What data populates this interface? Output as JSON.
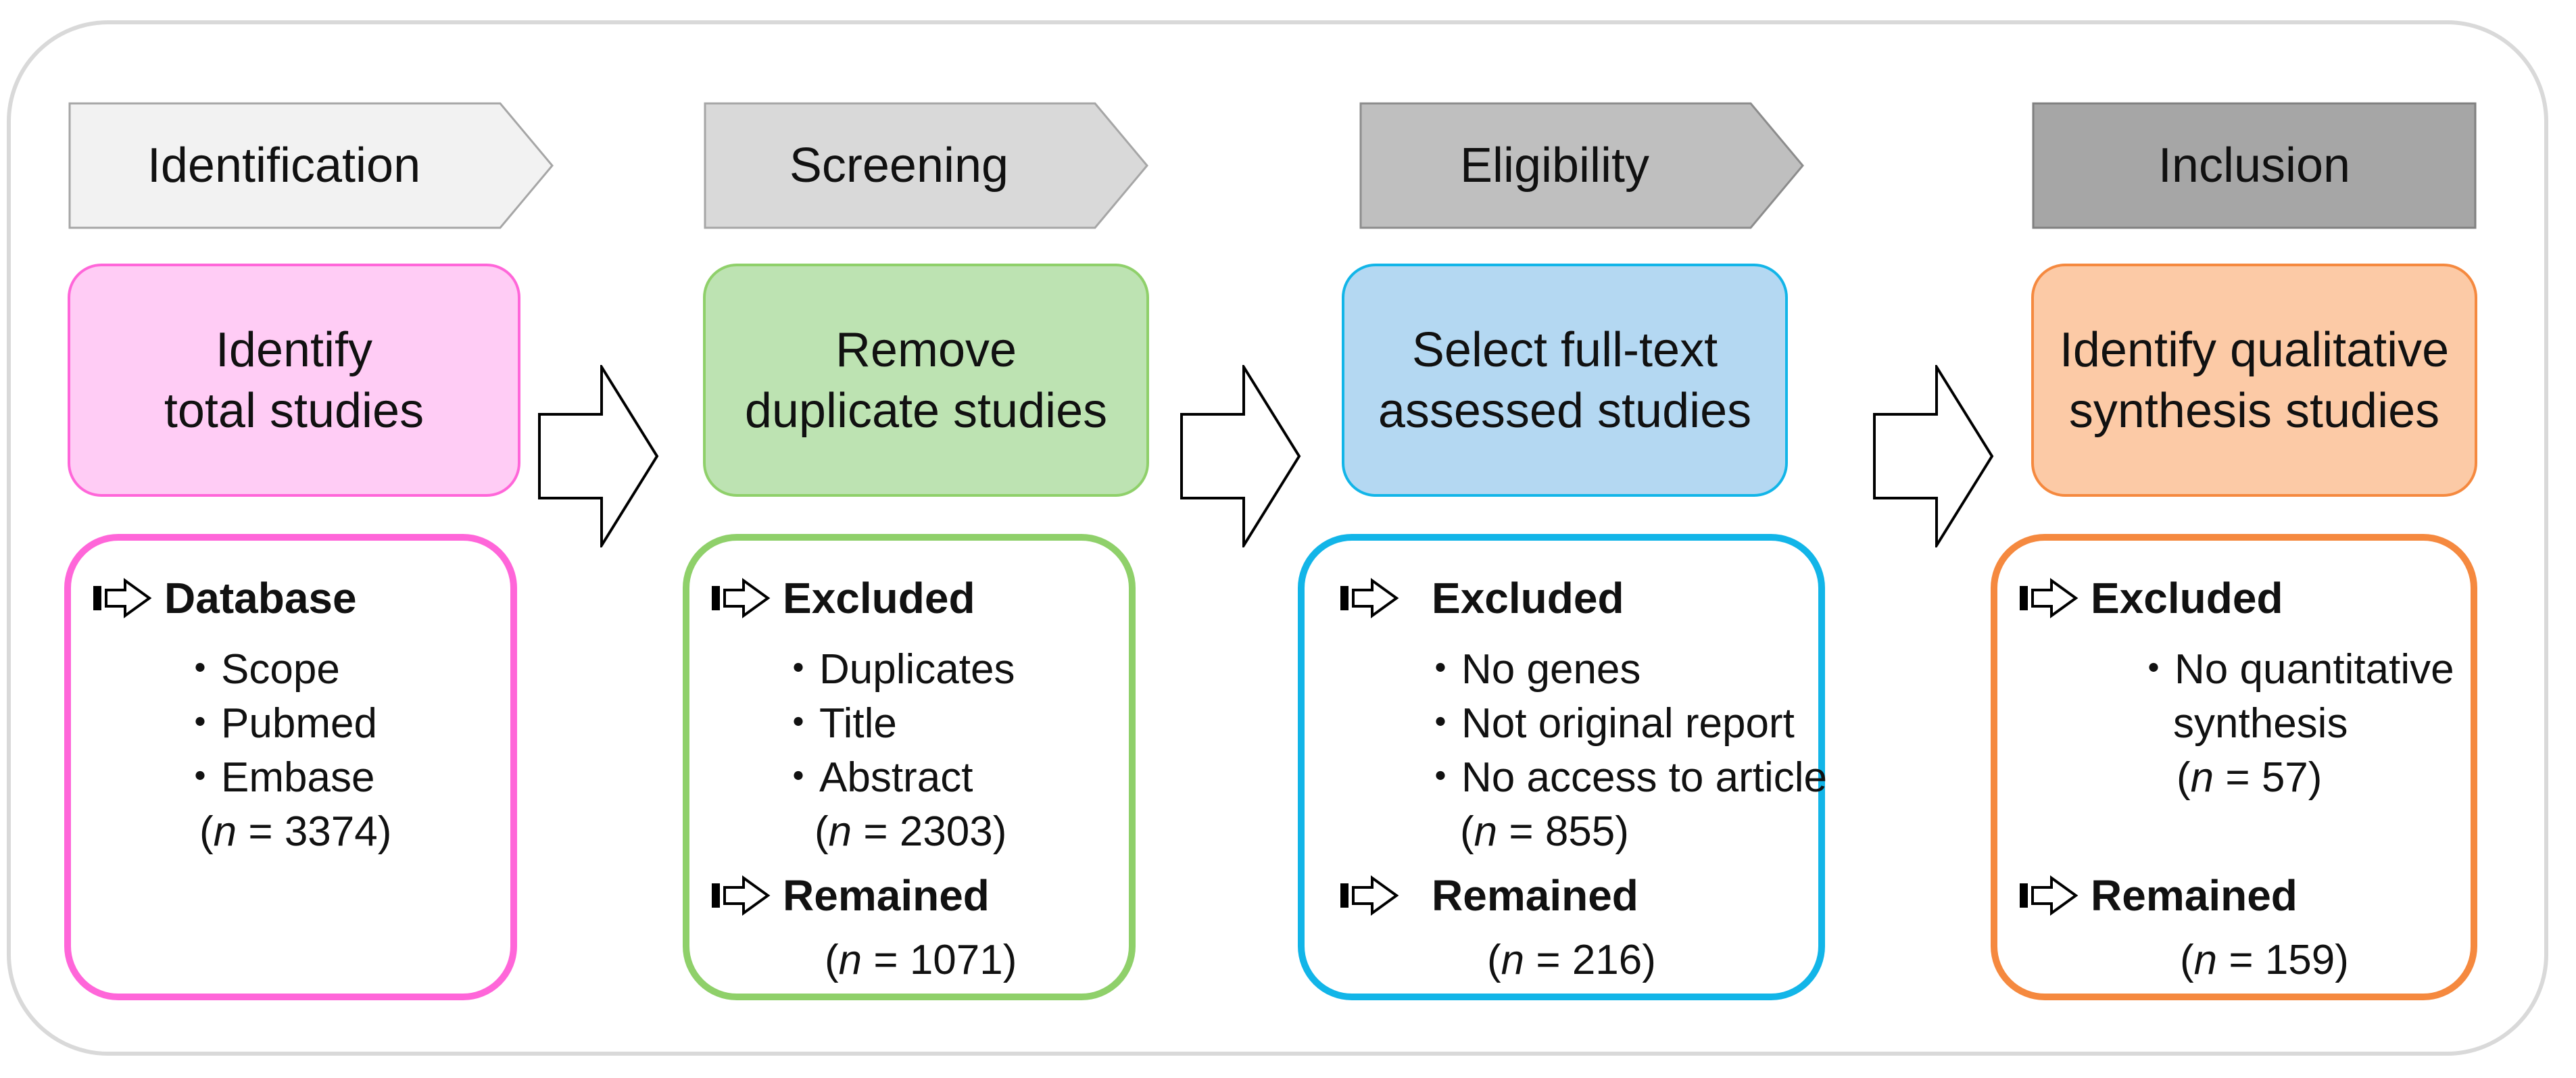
{
  "stages": [
    {
      "phase": "Identification",
      "box_title": [
        "Identify",
        "total studies"
      ],
      "sections": [
        {
          "header": "Database",
          "items": [
            "・Scope",
            "・Pubmed",
            "・Embase"
          ],
          "count": "3374"
        }
      ]
    },
    {
      "phase": "Screening",
      "box_title": [
        "Remove",
        "duplicate studies"
      ],
      "sections": [
        {
          "header": "Excluded",
          "items": [
            "・Duplicates",
            "・Title",
            "・Abstract"
          ],
          "count": "2303"
        },
        {
          "header": "Remained",
          "items": [],
          "count": "1071"
        }
      ]
    },
    {
      "phase": "Eligibility",
      "box_title": [
        "Select full-text",
        "assessed studies"
      ],
      "sections": [
        {
          "header": "Excluded",
          "items": [
            "・No genes",
            "・Not original report",
            "・No access to article"
          ],
          "count": "855"
        },
        {
          "header": "Remained",
          "items": [],
          "count": "216"
        }
      ]
    },
    {
      "phase": "Inclusion",
      "box_title": [
        "Identify qualitative",
        "synthesis studies"
      ],
      "sections": [
        {
          "header": "Excluded",
          "items": [
            "・No quantitative",
            "synthesis"
          ],
          "count": "57"
        },
        {
          "header": "Remained",
          "items": [],
          "count": "159"
        }
      ]
    }
  ],
  "count_prefix": "n",
  "count_eq": " = ",
  "colors": {
    "identification": "#ff66d9",
    "identification_fill": "#ffccf5",
    "screening": "#8fd06a",
    "screening_fill": "#bde3b2",
    "eligibility": "#12b5e8",
    "eligibility_fill": "#b4d8f2",
    "inclusion": "#f5893f",
    "inclusion_fill": "#fccaa6",
    "phase_fills": [
      "#f2f2f2",
      "#d9d9d9",
      "#bfbfbf",
      "#a6a6a6"
    ]
  }
}
